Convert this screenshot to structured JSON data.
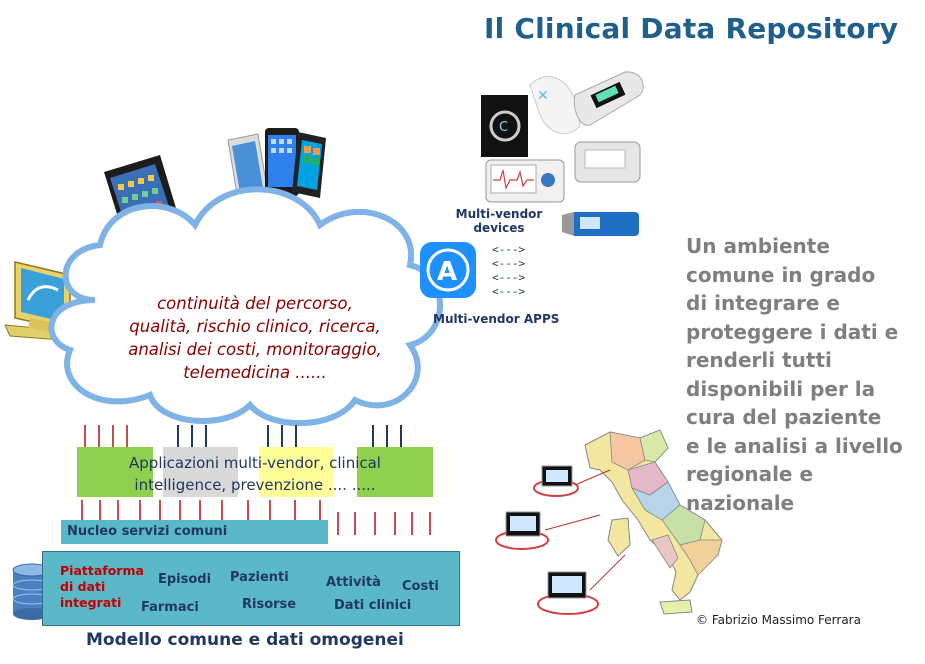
{
  "title": "Il Clinical Data Repository",
  "cloud_text": [
    "continuità del percorso,",
    "qualità, rischio clinico, ricerca,",
    "analisi dei costi, monitoraggio,",
    "telemedicina ......"
  ],
  "apps_label": [
    "Applicazioni multi-vendor,  clinical",
    "intelligence, prevenzione .... ....."
  ],
  "nucleo_label": "Nucleo servizi comuni",
  "platform": {
    "label": [
      "Piattaforma",
      "di dati",
      "integrati"
    ],
    "categories": [
      "Episodi",
      "Pazienti",
      "Attività",
      "Costi",
      "Farmaci",
      "Risorse",
      "Dati clinici"
    ]
  },
  "bottom_label": "Modello comune e dati omogenei",
  "devices_label": [
    "Multi-vendor",
    "devices"
  ],
  "arrows": [
    "<--->",
    "<--->",
    "<--->",
    "<--->"
  ],
  "apps_caption": "Multi-vendor APPS",
  "description": [
    "Un ambiente",
    "comune in grado",
    "di integrare e",
    "proteggere i dati e",
    "renderli tutti",
    "disponibili per la",
    "cura del paziente",
    "e le analisi a livello",
    "regionale e",
    "nazionale"
  ],
  "copyright": "© Fabrizio Massimo Ferrara",
  "colors": {
    "title": "#1f5f8b",
    "cloud_fill": "#ffffff",
    "cloud_stroke": "#7fb2e5",
    "cloud_text": "#8b0000",
    "green_box": "#8fd14f",
    "grey_box": "#d9d9d9",
    "yellow_box": "#ffff99",
    "teal": "#5bb8c6",
    "red_lines": "#c0504d",
    "blue_lines": "#1f3864",
    "description": "#7f7f7f"
  }
}
